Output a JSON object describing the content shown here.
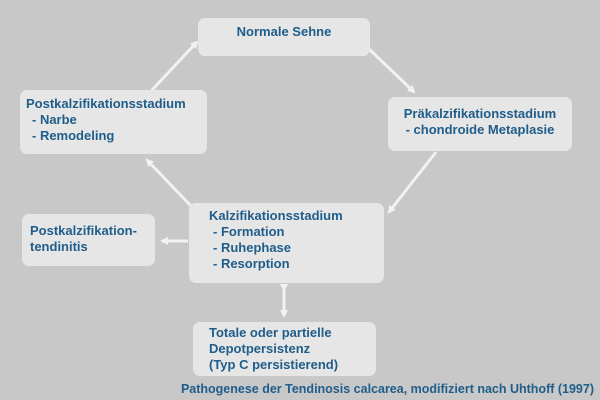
{
  "boxes": {
    "normal": {
      "title": "Normale Sehne"
    },
    "praekalz": {
      "title": "Präkalzifikationsstadium",
      "items": [
        "- chondroide Metaplasie"
      ]
    },
    "postkalz": {
      "title": "Postkalzifikationsstadium",
      "items": [
        "- Narbe",
        "- Remodeling"
      ]
    },
    "kalz": {
      "title": "Kalzifikationsstadium",
      "items": [
        "- Formation",
        "- Ruhephase",
        "- Resorption"
      ]
    },
    "tendinitis": {
      "lines": [
        "Postkalzifikation-",
        "tendinitis"
      ]
    },
    "depot": {
      "lines": [
        "Totale oder partielle",
        "Depotpersistenz",
        "(Typ C persistierend)"
      ]
    }
  },
  "caption": "Pathogenese der Tendinosis calcarea, modifiziert nach Uhthoff (1997)",
  "colors": {
    "background": "#c8c8c8",
    "box": "#e6e6e6",
    "text": "#1f5d8a",
    "arrow": "#f2f2f2"
  }
}
